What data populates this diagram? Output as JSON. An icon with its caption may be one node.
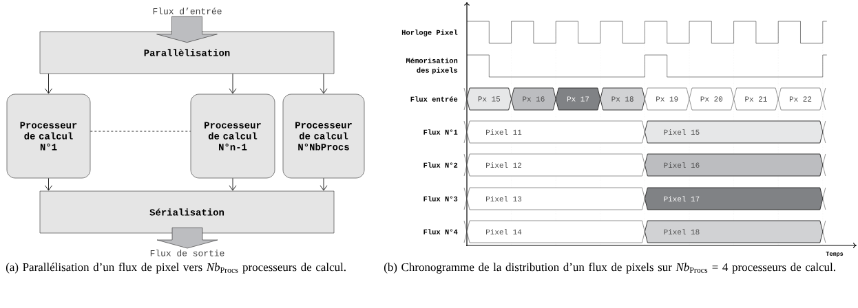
{
  "diagram": {
    "nodes": [
      {
        "text": [
          "Flux d’entrée"
        ]
      },
      {
        "text": [
          "Parallèlisation"
        ]
      },
      {
        "text": [
          "Processeur de calcul N°1"
        ]
      },
      {
        "text": [
          "Processeur de calcul N°n-1"
        ]
      },
      {
        "text": [
          "Processeur de calcul N°NbProcs"
        ]
      },
      {
        "text": [
          "Sérialisation"
        ]
      },
      {
        "text": [
          "Flux de sortie"
        ]
      },
      {
        "text": [
          "Px 15"
        ]
      },
      {
        "text": [
          "Px 16"
        ]
      },
      {
        "text": [
          "Px 17"
        ]
      },
      {
        "text": [
          "Px 18"
        ]
      },
      {
        "text": [
          "Px 19"
        ]
      },
      {
        "text": [
          "Px 20"
        ]
      },
      {
        "text": [
          "Px 21"
        ]
      },
      {
        "text": [
          "Px 22"
        ]
      },
      {
        "text": [
          "Pixel 11"
        ]
      },
      {
        "text": [
          "Pixel 15"
        ]
      },
      {
        "text": [
          "Pixel 12"
        ]
      },
      {
        "text": [
          "Pixel 16"
        ]
      },
      {
        "text": [
          "Pixel 13"
        ]
      },
      {
        "text": [
          "Pixel 17"
        ]
      },
      {
        "text": [
          "Pixel 14"
        ]
      },
      {
        "text": [
          "Pixel 18"
        ]
      }
    ],
    "edges": [
      {
        "from": 0,
        "to": 1,
        "arrow": "to",
        "style": "thick",
        "color": "#bcbdc0"
      },
      {
        "from": 1,
        "to": 2,
        "arrow": "to"
      },
      {
        "from": 1,
        "to": 3,
        "arrow": "to"
      },
      {
        "from": 1,
        "to": 4,
        "arrow": "to"
      },
      {
        "from": 2,
        "to": 3,
        "arrow": "none",
        "style": "dashed"
      },
      {
        "from": 2,
        "to": 5,
        "arrow": "to"
      },
      {
        "from": 3,
        "to": 5,
        "arrow": "to"
      },
      {
        "from": 4,
        "to": 5,
        "arrow": "to"
      },
      {
        "from": 5,
        "to": 6,
        "arrow": "to",
        "style": "thick",
        "color": "#bcbdc0"
      }
    ],
    "labels": [
      "Horloge Pixel",
      "Mémorisation des pixels",
      "Flux entrée",
      "Flux N°1",
      "Flux N°2",
      "Flux N°3",
      "Flux N°4",
      "Temps",
      "(a) Parallélisation d’un flux de pixel vers *Nb*$_{Procs}$ processeurs de calcul.",
      "(b) Chronogramme de la distribution d’un flux de pixels sur *Nb*$_{Procs}$ = 4 processeurs de calcul."
    ]
  }
}
